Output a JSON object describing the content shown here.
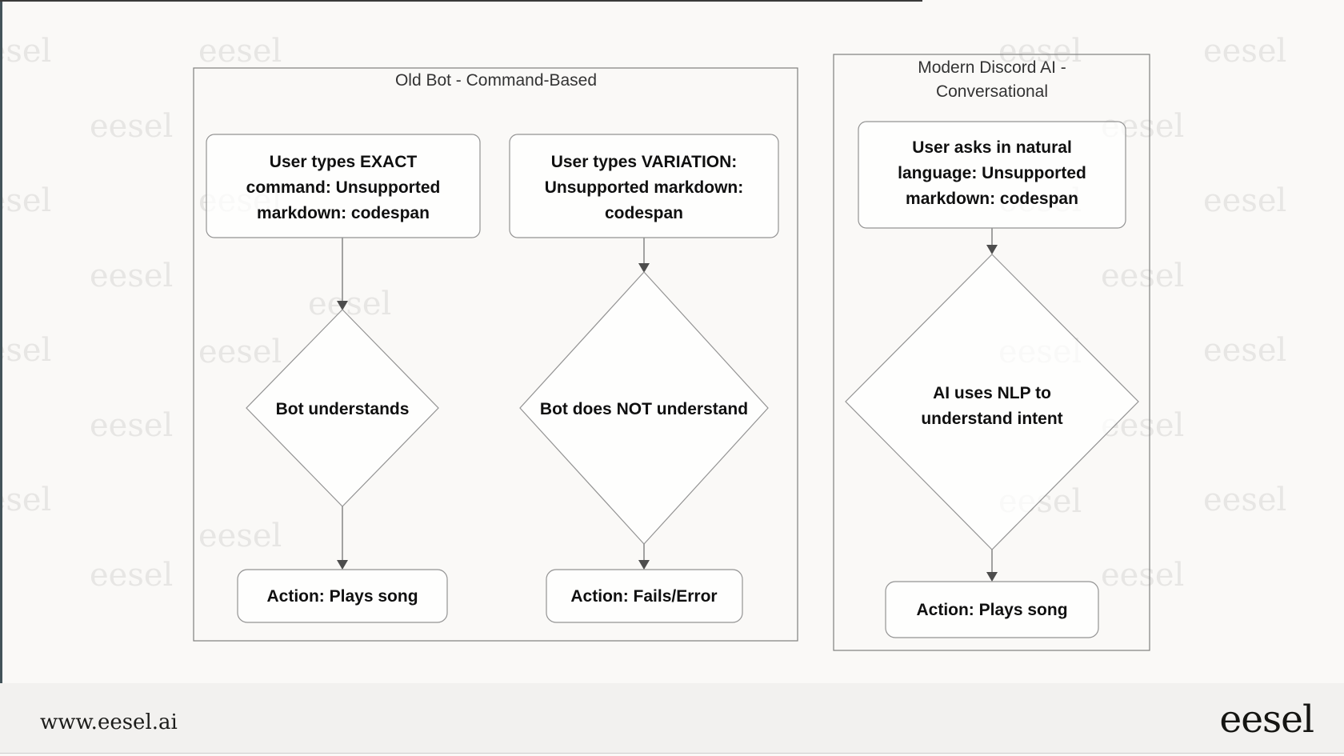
{
  "colors": {
    "background": "#FAF9F7",
    "footer_background": "#F2F1EF",
    "edge_bar": "#44545A",
    "top_line": "#3A3A3A",
    "container_border": "#7F7F7F",
    "node_border": "#939393",
    "arrow_line": "#8B8B8B",
    "arrow_head": "#4D4D4D",
    "title_text": "#333333",
    "node_text": "#101010",
    "watermark": "#E7E6E4"
  },
  "watermark": {
    "text": "eesel",
    "positions": [
      [
        -40,
        44
      ],
      [
        -40,
        231
      ],
      [
        -40,
        418
      ],
      [
        -40,
        605
      ],
      [
        112,
        138
      ],
      [
        112,
        325
      ],
      [
        112,
        512
      ],
      [
        112,
        699
      ],
      [
        248,
        44
      ],
      [
        248,
        231
      ],
      [
        248,
        420
      ],
      [
        248,
        650
      ],
      [
        385,
        360
      ],
      [
        1248,
        44
      ],
      [
        1248,
        231
      ],
      [
        1248,
        420
      ],
      [
        1248,
        607
      ],
      [
        1376,
        138
      ],
      [
        1376,
        325
      ],
      [
        1376,
        512
      ],
      [
        1376,
        699
      ],
      [
        1504,
        44
      ],
      [
        1504,
        231
      ],
      [
        1504,
        418
      ],
      [
        1504,
        605
      ]
    ]
  },
  "diagram": {
    "left_container": {
      "title": "Old Bot - Command-Based"
    },
    "right_container": {
      "title_line1": "Modern Discord AI -",
      "title_line2": "Conversational"
    },
    "nodes": {
      "exact_command": {
        "line1": "User types EXACT",
        "line2": "command: Unsupported",
        "line3": "markdown: codespan"
      },
      "variation_command": {
        "line1": "User types VARIATION:",
        "line2": "Unsupported markdown:",
        "line3": "codespan"
      },
      "natural_language": {
        "line1": "User asks in natural",
        "line2": "language: Unsupported",
        "line3": "markdown: codespan"
      },
      "bot_understands": {
        "line1": "Bot understands"
      },
      "bot_not_understand": {
        "line1": "Bot does NOT understand"
      },
      "ai_nlp": {
        "line1": "AI uses NLP to",
        "line2": "understand intent"
      },
      "action_plays_song_left": {
        "line1": "Action: Plays song"
      },
      "action_fails": {
        "line1": "Action: Fails/Error"
      },
      "action_plays_song_right": {
        "line1": "Action: Plays song"
      }
    }
  },
  "footer": {
    "website": "www.eesel.ai",
    "logo": "eesel"
  }
}
